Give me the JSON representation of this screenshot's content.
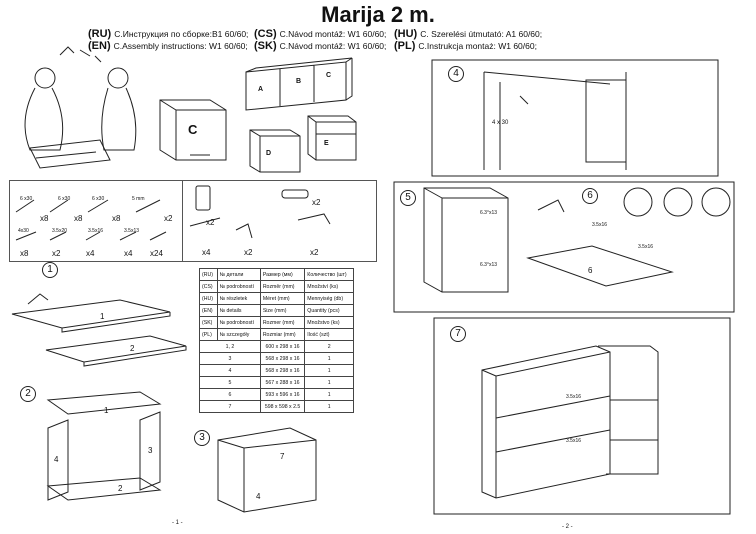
{
  "title": "Marija 2 m.",
  "instructions": [
    [
      {
        "code": "(RU)",
        "text": "С.Инструкция по сборке:B1 60/60;"
      },
      {
        "code": "(CS)",
        "text": "C.Návod montáž: W1 60/60;"
      },
      {
        "code": "(HU)",
        "text": "C. Szerelési útmutató: A1 60/60;"
      }
    ],
    [
      {
        "code": "(EN)",
        "text": "C.Assembly instructions: W1 60/60;"
      },
      {
        "code": "(SK)",
        "text": "C.Návod montáž: W1 60/60;"
      },
      {
        "code": "(PL)",
        "text": "C.Instrukcja montaż: W1 60/60;"
      }
    ]
  ],
  "cabinet_labels": {
    "main": "C",
    "a": "A",
    "b": "B",
    "c": "C",
    "d": "D",
    "e": "E"
  },
  "hardware_specs": [
    "6 x30",
    "6 x30",
    "6 x30",
    "5 mm"
  ],
  "fastener_specs": [
    "4x30",
    "3.5x20",
    "3.5x16",
    "3.5x13"
  ],
  "hardware_qty": [
    "x8",
    "x8",
    "x8",
    "x2",
    "x8",
    "x2",
    "x4",
    "x4",
    "x24",
    "x2",
    "x2",
    "x4",
    "x2",
    "x2"
  ],
  "steps": [
    "1",
    "2",
    "3",
    "4",
    "5",
    "6",
    "7"
  ],
  "panel_numbers": {
    "s1a": "1",
    "s1b": "2",
    "s2top": "1",
    "s2left": "4",
    "s2right": "3",
    "s2bottom": "2",
    "s3a": "7",
    "s3b": "4",
    "s6": "6"
  },
  "step4_screw": "4 x 30",
  "step5_dims": [
    "6.3°x13",
    "6.3°x13"
  ],
  "step6_dims": [
    "3.5x16",
    "3.5x16"
  ],
  "step7_dims": [
    "3.5x16",
    "3.5x16"
  ],
  "spec_table": {
    "header": [
      [
        "(RU)",
        "№ детали",
        "Размер (мм)",
        "Количество (шт)"
      ],
      [
        "(CS)",
        "№ podrobností",
        "Rozměr (mm)",
        "Množství (ks)"
      ],
      [
        "(HU)",
        "№ részletek",
        "Méret (mm)",
        "Mennyiség (db)"
      ],
      [
        "(EN)",
        "№ details",
        "Size (mm)",
        "Quantity (pcs)"
      ],
      [
        "(SK)",
        "№ podrobností",
        "Rozmer (mm)",
        "Množstvo (ks)"
      ],
      [
        "(PL)",
        "№ szczegóły",
        "Rozmiar (mm)",
        "Ilość (szt)"
      ]
    ],
    "rows": [
      [
        "1, 2",
        "600 x 298 x 16",
        "2"
      ],
      [
        "3",
        "568 x 298 x 16",
        "1"
      ],
      [
        "4",
        "568 x 298 x 16",
        "1"
      ],
      [
        "5",
        "567 x 288 x 16",
        "1"
      ],
      [
        "6",
        "593 x 596 x 16",
        "1"
      ],
      [
        "7",
        "598 x 598 x 2.5",
        "1"
      ]
    ]
  },
  "pages": [
    "- 1 -",
    "- 2 -"
  ]
}
